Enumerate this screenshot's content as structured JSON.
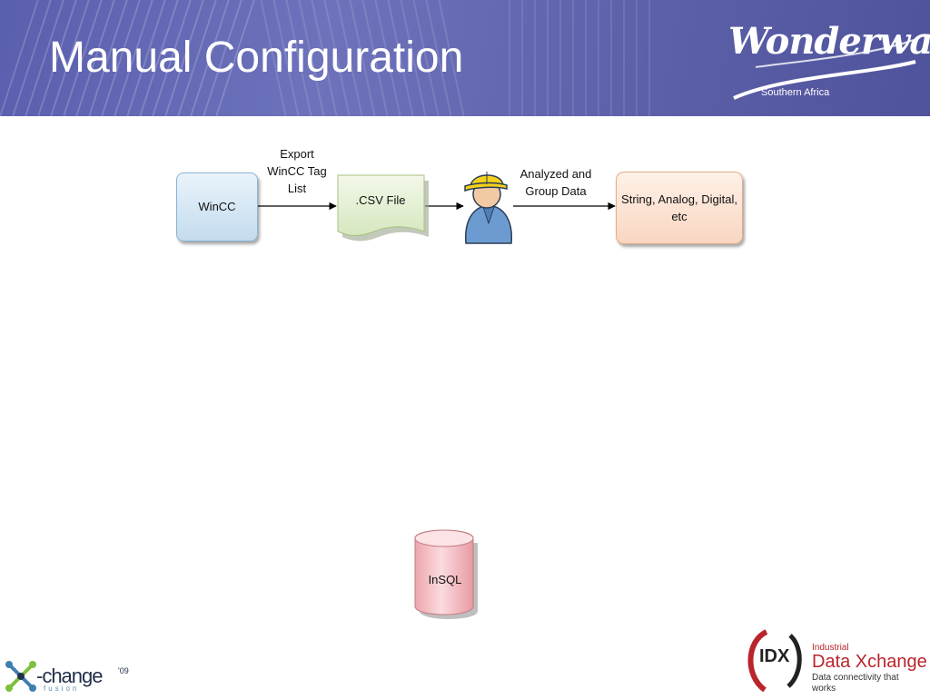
{
  "header": {
    "title": "Manual Configuration",
    "logo_word": "Wonderware",
    "logo_sub": "Southern Africa"
  },
  "diagram": {
    "nodes": {
      "wincc": "WinCC",
      "csv": ".CSV File",
      "types": "String, Analog, Digital, etc",
      "insql": "InSQL"
    },
    "edges": {
      "export": "Export WinCC Tag List",
      "analyzed": "Analyzed and Group Data"
    }
  },
  "footer": {
    "xchange_brand": "-change",
    "xchange_sup": "'09",
    "xchange_sub": "fusion",
    "idx_badge": "IDX",
    "idx_line1": "Industrial",
    "idx_line2": "Data Xchange",
    "idx_line3": "Data connectivity that works"
  },
  "colors": {
    "header": "#5c61ae",
    "wincc_fill": "#c4dcee",
    "csv_fill": "#dbe9c6",
    "types_fill": "#f9d6c1",
    "insql_fill": "#f2b9be",
    "idx_red": "#b9252b"
  }
}
